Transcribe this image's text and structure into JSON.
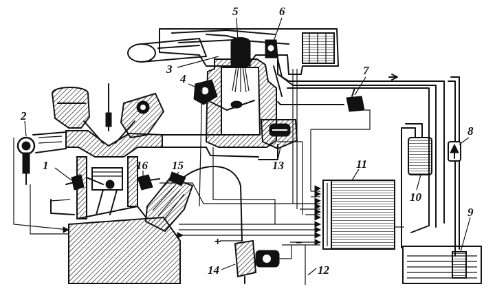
{
  "labels": {
    "l1": "1",
    "l2": "2",
    "l3": "3",
    "l4": "4",
    "l5": "5",
    "l6": "6",
    "l7": "7",
    "l8": "8",
    "l9": "9",
    "l10": "10",
    "l11": "11",
    "l12": "12",
    "l13": "13",
    "l14": "14",
    "l15": "15",
    "l16": "16"
  },
  "signs": {
    "plus": "+",
    "minus": "−"
  },
  "colors": {
    "ink": "#111111",
    "paper": "#ffffff"
  }
}
